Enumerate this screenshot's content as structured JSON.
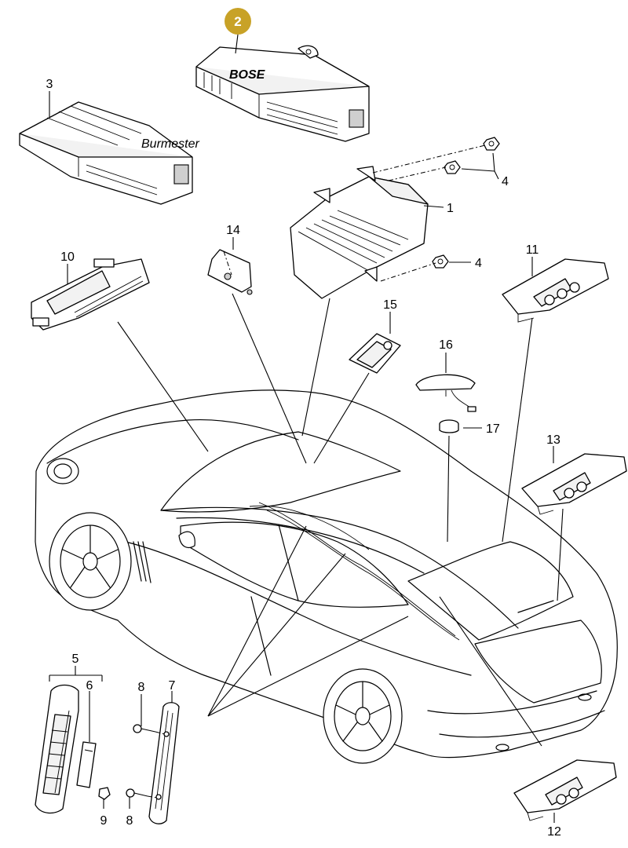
{
  "diagram": {
    "highlighted_callout": "2",
    "highlight_color": "#C8A227",
    "callouts": [
      "1",
      "2",
      "3",
      "4",
      "4",
      "5",
      "6",
      "7",
      "8",
      "8",
      "9",
      "10",
      "11",
      "12",
      "13",
      "14",
      "15",
      "16",
      "17"
    ],
    "logo_text": "BOSE",
    "sub_logo_text": "Burmester"
  }
}
